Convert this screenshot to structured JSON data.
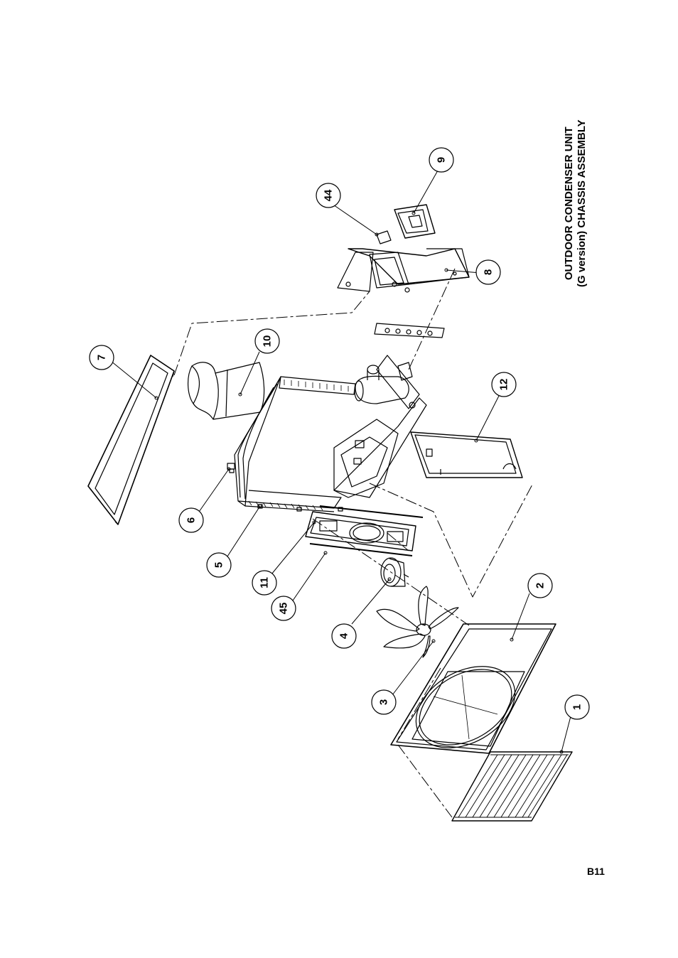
{
  "drawing": {
    "title_line1": "OUTDOOR CONDENSER UNIT",
    "title_line2": "(G version) CHASSIS ASSEMBLY",
    "page_code": "B11"
  },
  "callouts": [
    {
      "id": "c1",
      "label": "1"
    },
    {
      "id": "c2",
      "label": "2"
    },
    {
      "id": "c3",
      "label": "3"
    },
    {
      "id": "c4",
      "label": "4"
    },
    {
      "id": "c5",
      "label": "5"
    },
    {
      "id": "c6",
      "label": "6"
    },
    {
      "id": "c7",
      "label": "7"
    },
    {
      "id": "c8",
      "label": "8"
    },
    {
      "id": "c9",
      "label": "9"
    },
    {
      "id": "c10",
      "label": "10"
    },
    {
      "id": "c11",
      "label": "11"
    },
    {
      "id": "c12",
      "label": "12"
    },
    {
      "id": "c44",
      "label": "44"
    },
    {
      "id": "c45",
      "label": "45"
    }
  ]
}
